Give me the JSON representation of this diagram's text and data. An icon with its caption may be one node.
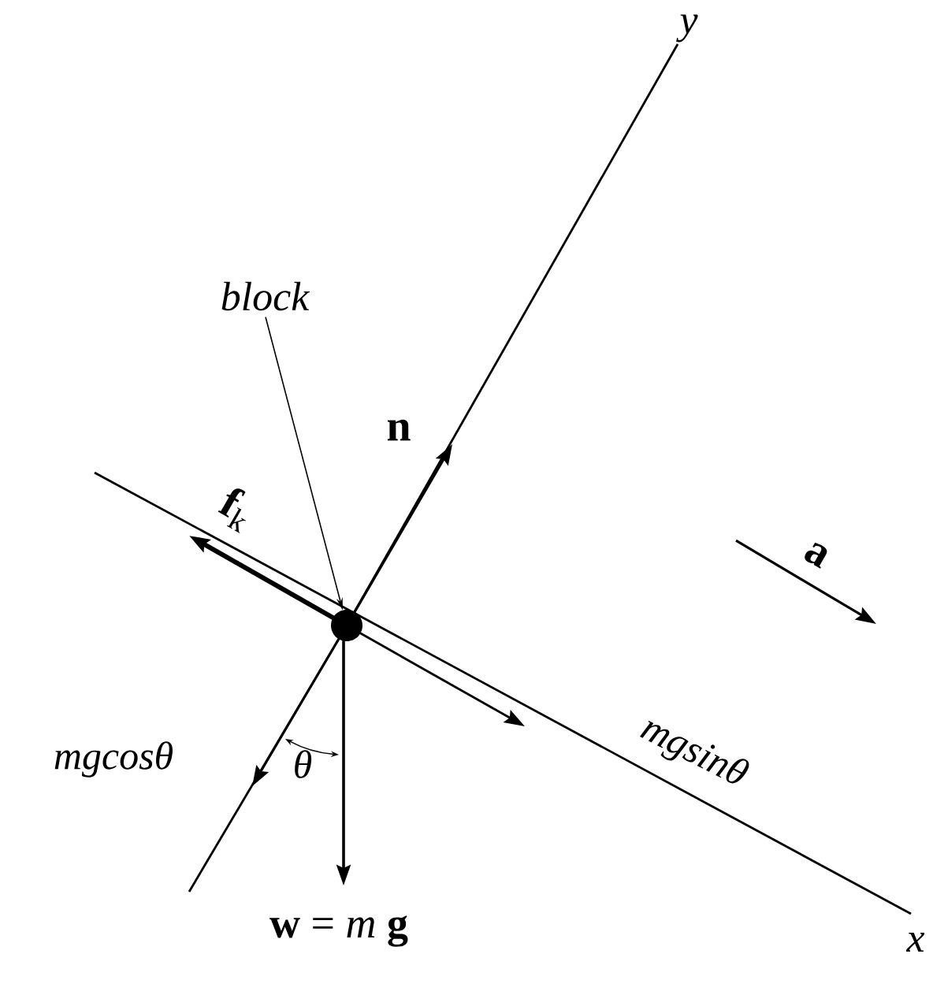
{
  "diagram": {
    "nodes": [
      {
        "text": [
          "block"
        ]
      },
      {
        "text": [],
        "shape": "circle"
      }
    ],
    "edges": [
      {
        "from": 0,
        "to": 1,
        "arrow": "to"
      }
    ],
    "labels": [
      "y",
      "**n**",
      "**f**$_{k}$",
      "**a**",
      "mgcosθ",
      "θ",
      "mgsinθ",
      "**w** = *m* **g**",
      "x"
    ]
  }
}
